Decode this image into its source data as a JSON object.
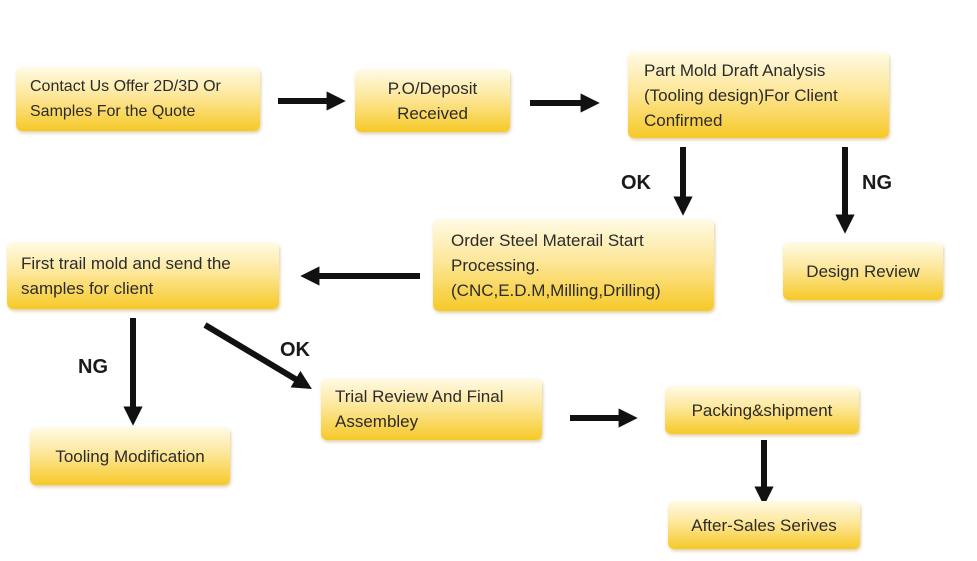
{
  "boxes": {
    "contact": "Contact Us Offer 2D/3D Or Samples For the Quote",
    "po": "P.O/Deposit Received",
    "part_mold": "Part Mold Draft Analysis (Tooling design)For Client Confirmed",
    "order_steel": "Order Steel Materail Start Processing.(CNC,E.D.M,Milling,Drilling)",
    "design_review": "Design Review",
    "first_trail": "First trail mold and send the samples for client",
    "tooling_mod": "Tooling Modification",
    "trial_review": "Trial Review And Final Assembley",
    "packing": "Packing&shipment",
    "after_sales": "After-Sales Serives"
  },
  "labels": {
    "ok_1": "OK",
    "ng_1": "NG",
    "ok_2": "OK",
    "ng_2": "NG"
  },
  "colors": {
    "box_fill": "#f6c928",
    "arrow": "#111111"
  }
}
